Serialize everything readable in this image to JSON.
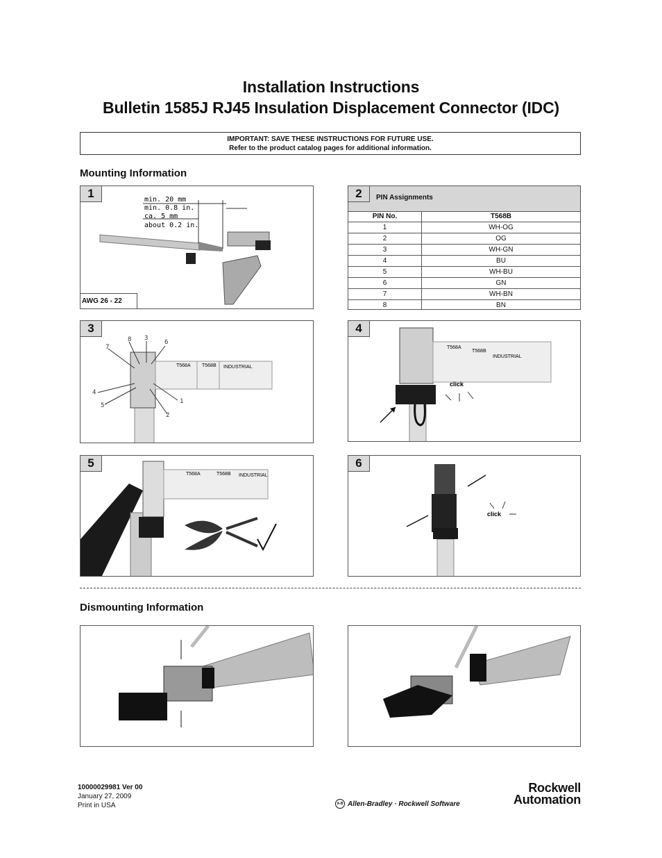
{
  "header": {
    "title_line1": "Installation Instructions",
    "title_line2": "Bulletin 1585J RJ45 Insulation Displacement Connector (IDC)"
  },
  "important": {
    "line1": "IMPORTANT: SAVE THESE INSTRUCTIONS FOR FUTURE USE.",
    "line2": "Refer to the product catalog pages for additional information."
  },
  "mounting": {
    "heading": "Mounting Information",
    "step1": {
      "num": "1",
      "dims": [
        "min. 20 mm",
        "min. 0.8 in.",
        "ca. 5 mm",
        "about 0.2 in."
      ],
      "awg": "AWG 26 - 22"
    },
    "step2": {
      "num": "2",
      "title": "PIN Assignments",
      "col1": "PIN No.",
      "col2": "T568B",
      "rows": [
        {
          "pin": "1",
          "color": "WH-OG"
        },
        {
          "pin": "2",
          "color": "OG"
        },
        {
          "pin": "3",
          "color": "WH-GN"
        },
        {
          "pin": "4",
          "color": "BU"
        },
        {
          "pin": "5",
          "color": "WH-BU"
        },
        {
          "pin": "6",
          "color": "GN"
        },
        {
          "pin": "7",
          "color": "WH-BN"
        },
        {
          "pin": "8",
          "color": "BN"
        }
      ]
    },
    "step3": {
      "num": "3",
      "callouts": [
        "8",
        "3",
        "7",
        "6",
        "4",
        "5",
        "1",
        "2"
      ],
      "tags": [
        "T568A",
        "T568B",
        "INDUSTRIAL"
      ]
    },
    "step4": {
      "num": "4",
      "click": "click",
      "tags": [
        "T568A",
        "T568B",
        "INDUSTRIAL"
      ]
    },
    "step5": {
      "num": "5",
      "tags": [
        "T568A",
        "T568B",
        "INDUSTRIAL"
      ]
    },
    "step6": {
      "num": "6",
      "click": "click"
    }
  },
  "dismounting": {
    "heading": "Dismounting Information"
  },
  "footer": {
    "doc_id": "10000029981 Ver 00",
    "date": "January 27, 2009",
    "print": "Print in USA",
    "ab_logo": "A-B",
    "brands": "Allen-Bradley  ·  Rockwell Software",
    "rockwell_line1": "Rockwell",
    "rockwell_line2": "Automation"
  }
}
